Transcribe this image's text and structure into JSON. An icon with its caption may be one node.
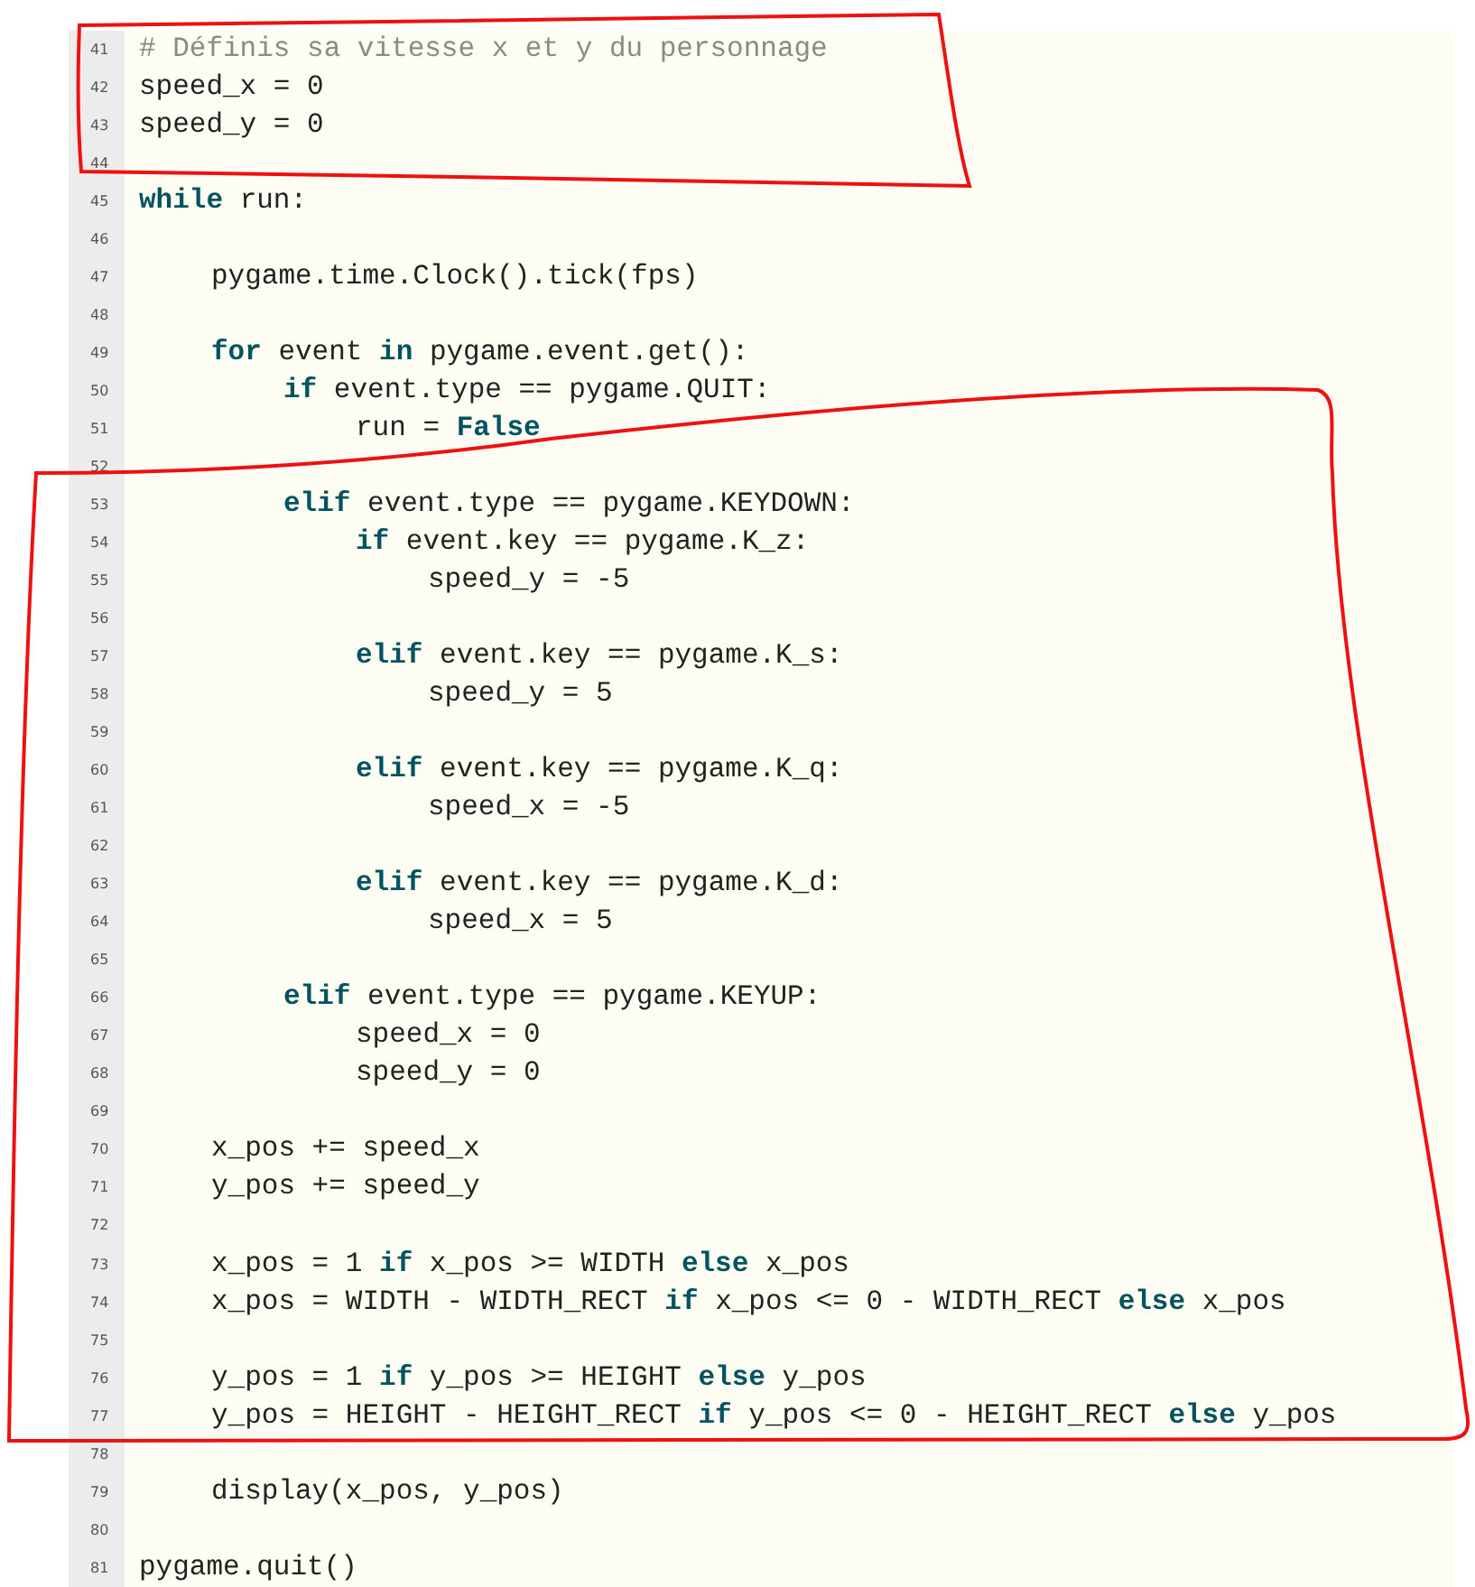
{
  "diagram": {
    "labels": [
      "41",
      "# Définis sa vitesse x et y du personnage",
      "42",
      "speed_x = 0",
      "43",
      "speed_y = 0",
      "44",
      "45",
      "**while** run:",
      "46",
      "47",
      "pygame.time.Clock().tick(fps)",
      "48",
      "49",
      "**for** event **in** pygame.event.get():",
      "50",
      "**if** event.type == pygame.QUIT:",
      "51",
      "run = **False**",
      "52",
      "53",
      "**elif** event.type == pygame.KEYDOWN:",
      "54",
      "**if** event.key == pygame.K_z:",
      "55",
      "speed_y = -5",
      "56",
      "57",
      "**elif** event.key == pygame.K_s:",
      "58",
      "speed_y = 5",
      "59",
      "60",
      "**elif** event.key == pygame.K_q:",
      "61",
      "speed_x = -5",
      "62",
      "63",
      "**elif** event.key == pygame.K_d:",
      "64",
      "speed_x = 5",
      "65",
      "66",
      "**elif** event.type == pygame.KEYUP:",
      "67",
      "speed_x = 0",
      "68",
      "speed_y = 0",
      "69",
      "70",
      "x_pos += speed_x",
      "71",
      "y_pos += speed_y",
      "72",
      "73",
      "x_pos = 1 **if** x_pos >= WIDTH **else** x_pos",
      "74",
      "x_pos = WIDTH - WIDTH_RECT **if** x_pos <= 0 - WIDTH_RECT **else** x_pos",
      "75",
      "76",
      "y_pos = 1 **if** y_pos >= HEIGHT **else** y_pos",
      "77",
      "y_pos = HEIGHT - HEIGHT_RECT **if** y_pos <= 0 - HEIGHT_RECT **else** y_pos",
      "78",
      "79",
      "display(x_pos, y_pos)",
      "80",
      "81",
      "pygame.quit()"
    ]
  }
}
